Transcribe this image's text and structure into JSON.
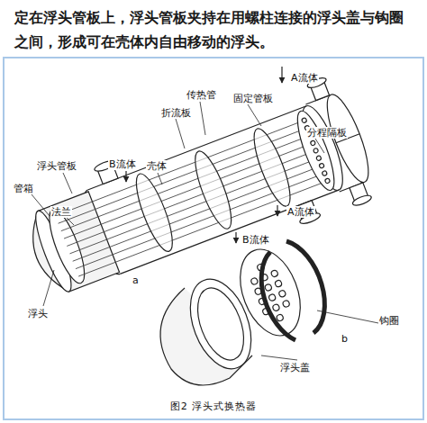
{
  "diagram": {
    "caption": "图2 浮头式换热器",
    "labels": [
      "定在浮头管板上，浮头管板夹持在用螺柱连接的浮头盖与钩圈之间，形成可在壳体内自由移动的浮头。",
      "传热管",
      "固定管板",
      "A流体",
      "折流板",
      "分程隔板",
      "浮头管板",
      "B流体",
      "壳体",
      "管箱",
      "法兰",
      "A流体",
      "B流体",
      "a",
      "浮头",
      "b",
      "钩圈",
      "浮头盖"
    ]
  }
}
